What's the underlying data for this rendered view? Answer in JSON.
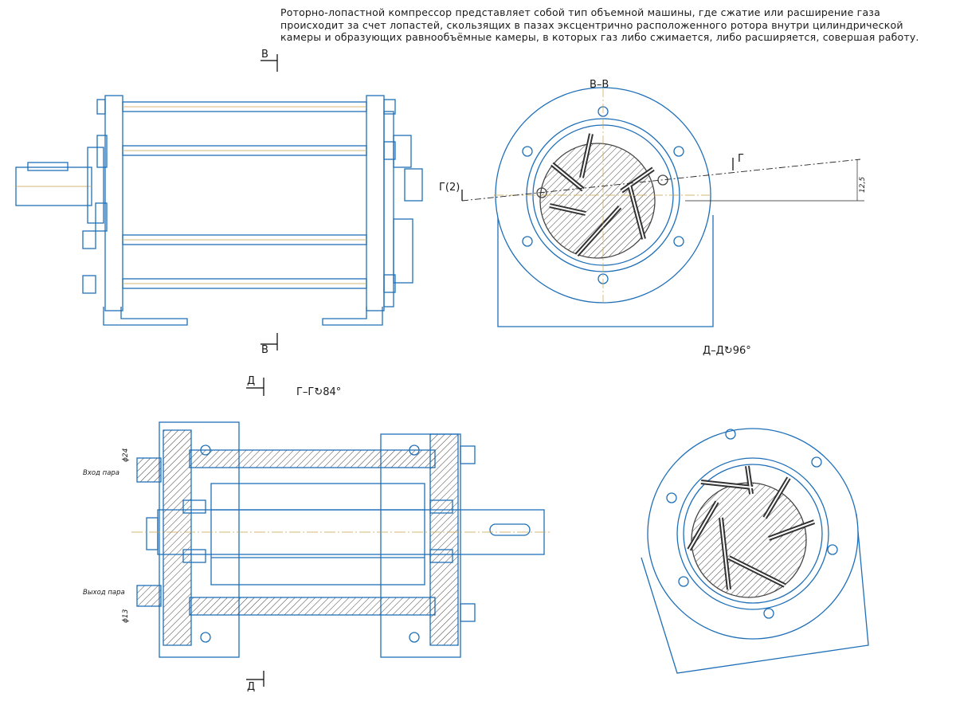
{
  "description": "Роторно-лопастной компрессор представляет собой тип объемной машины, где сжатие или расширение газа происходит за счет лопастей, скользящих в пазах эксцентрично расположенного ротора внутри цилиндрической камеры и образующих равнообъёмные камеры, в которых газ либо сжимается, либо расширяется, совершая работу.",
  "section_marks": {
    "cut_v_top": "В",
    "cut_v_bottom": "В",
    "cut_d_top": "Д",
    "cut_d_bottom": "Д",
    "section_vv_title": "В–В",
    "section_dd_title": "Д–Д↻96°",
    "section_gg_title": "Г–Г↻84°",
    "cut_g": "Г",
    "cut_g2": "Г(2)"
  },
  "dimensions": {
    "offset": "12,5",
    "inlet_dia": "ϕ24",
    "outlet_dia": "ϕ13"
  },
  "labels": {
    "inlet": "Вход пара",
    "outlet": "Выход пара"
  },
  "colors": {
    "line": "#1f6fb8",
    "centerline": "#c8a24a",
    "hatch": "#303030",
    "text": "#1a1a1a"
  }
}
